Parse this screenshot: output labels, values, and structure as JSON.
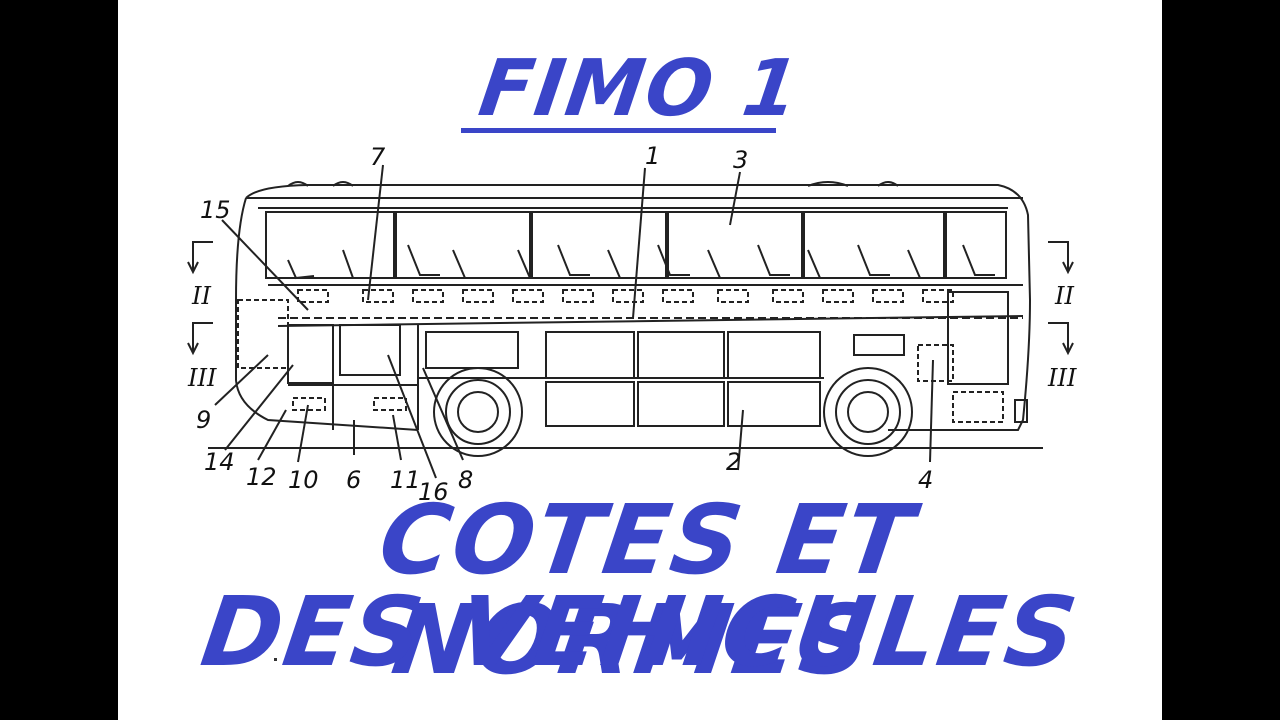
{
  "title": "FIMO 1",
  "subtitle_line1": "COTES ET NORMES",
  "subtitle_line2": "DES VEHICULES",
  "diagram": {
    "part_numbers": [
      "1",
      "2",
      "3",
      "4",
      "6",
      "7",
      "8",
      "9",
      "10",
      "11",
      "12",
      "14",
      "15",
      "16"
    ],
    "section_marks": [
      "II",
      "III",
      "II",
      "III"
    ]
  },
  "colors": {
    "title": "#3a45c8",
    "background": "#ffffff",
    "letterbox": "#000000"
  }
}
